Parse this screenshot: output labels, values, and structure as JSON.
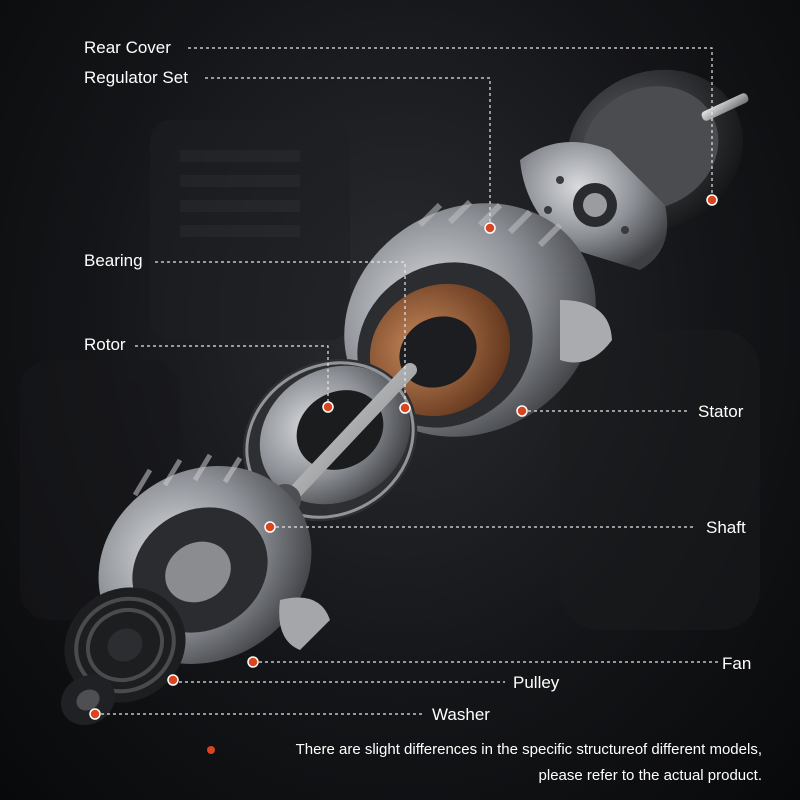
{
  "colors": {
    "accent": "#d8451f",
    "leader_line": "#e6e6e6",
    "background": "#101114",
    "metal": "#8c8f94"
  },
  "callouts": {
    "rear_cover": "Rear Cover",
    "regulator_set": "Regulator Set",
    "bearing": "Bearing",
    "rotor": "Rotor",
    "stator": "Stator",
    "shaft": "Shaft",
    "fan": "Fan",
    "pulley": "Pulley",
    "washer": "Washer"
  },
  "disclaimer": {
    "line1": "There are slight differences in the specific structureof  different models,",
    "line2": "please refer to the actual product."
  }
}
